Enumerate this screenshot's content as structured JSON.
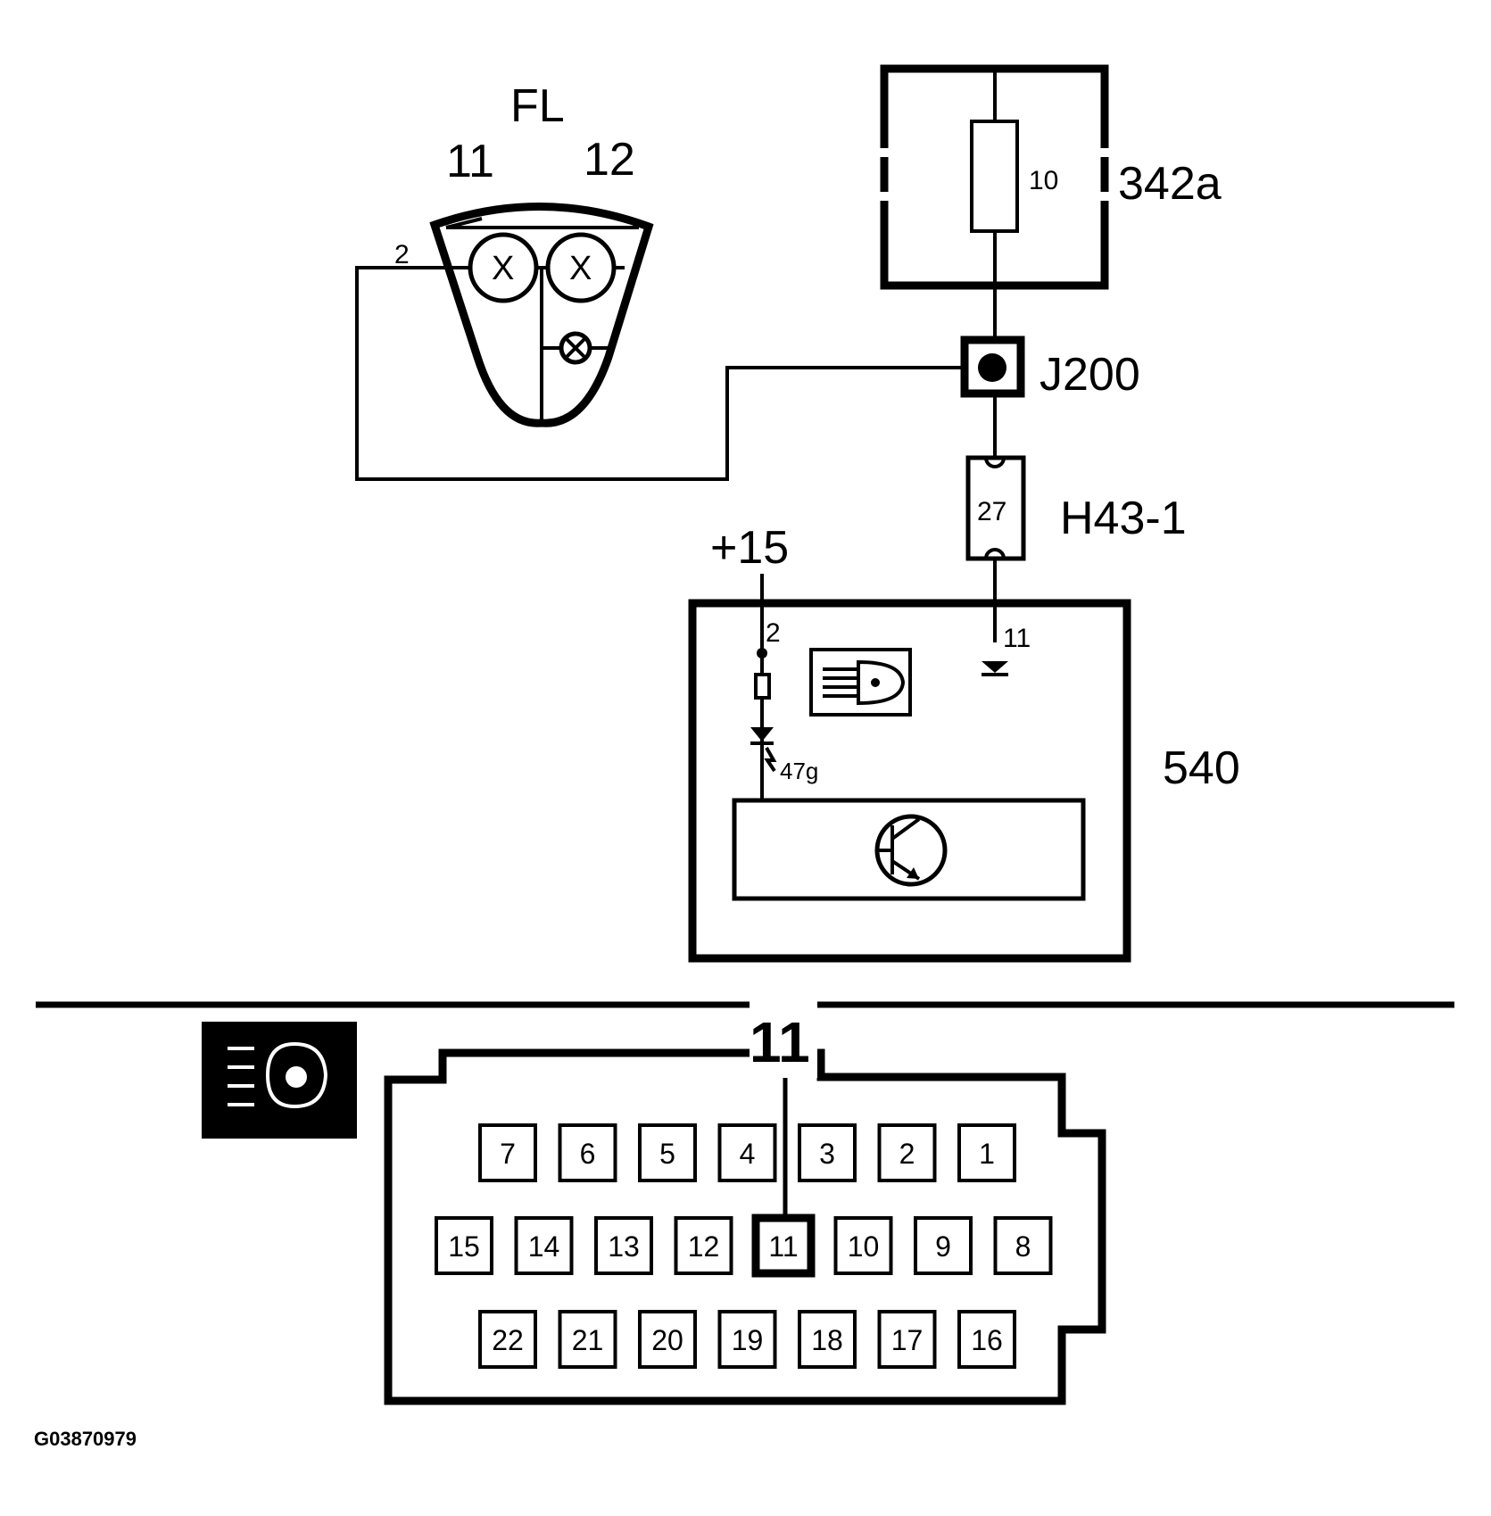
{
  "lamp": {
    "label": "FL",
    "pin_left": "11",
    "pin_right": "12",
    "pin_wire": "2",
    "bulb_mark": "X"
  },
  "fuse_box": {
    "label": "342a",
    "fuse_value": "10"
  },
  "splice": {
    "label": "J200"
  },
  "connector": {
    "label": "H43-1",
    "pin": "27"
  },
  "supply": {
    "label": "+15"
  },
  "module": {
    "label": "540",
    "pin_a": "2",
    "pin_b": "11",
    "sub_label": "47g"
  },
  "pinout": {
    "highlighted": "11",
    "rows": [
      [
        "7",
        "6",
        "5",
        "4",
        "3",
        "2",
        "1"
      ],
      [
        "15",
        "14",
        "13",
        "12",
        "11",
        "10",
        "9",
        "8"
      ],
      [
        "22",
        "21",
        "20",
        "19",
        "18",
        "17",
        "16"
      ]
    ]
  },
  "reference": "G03870979"
}
